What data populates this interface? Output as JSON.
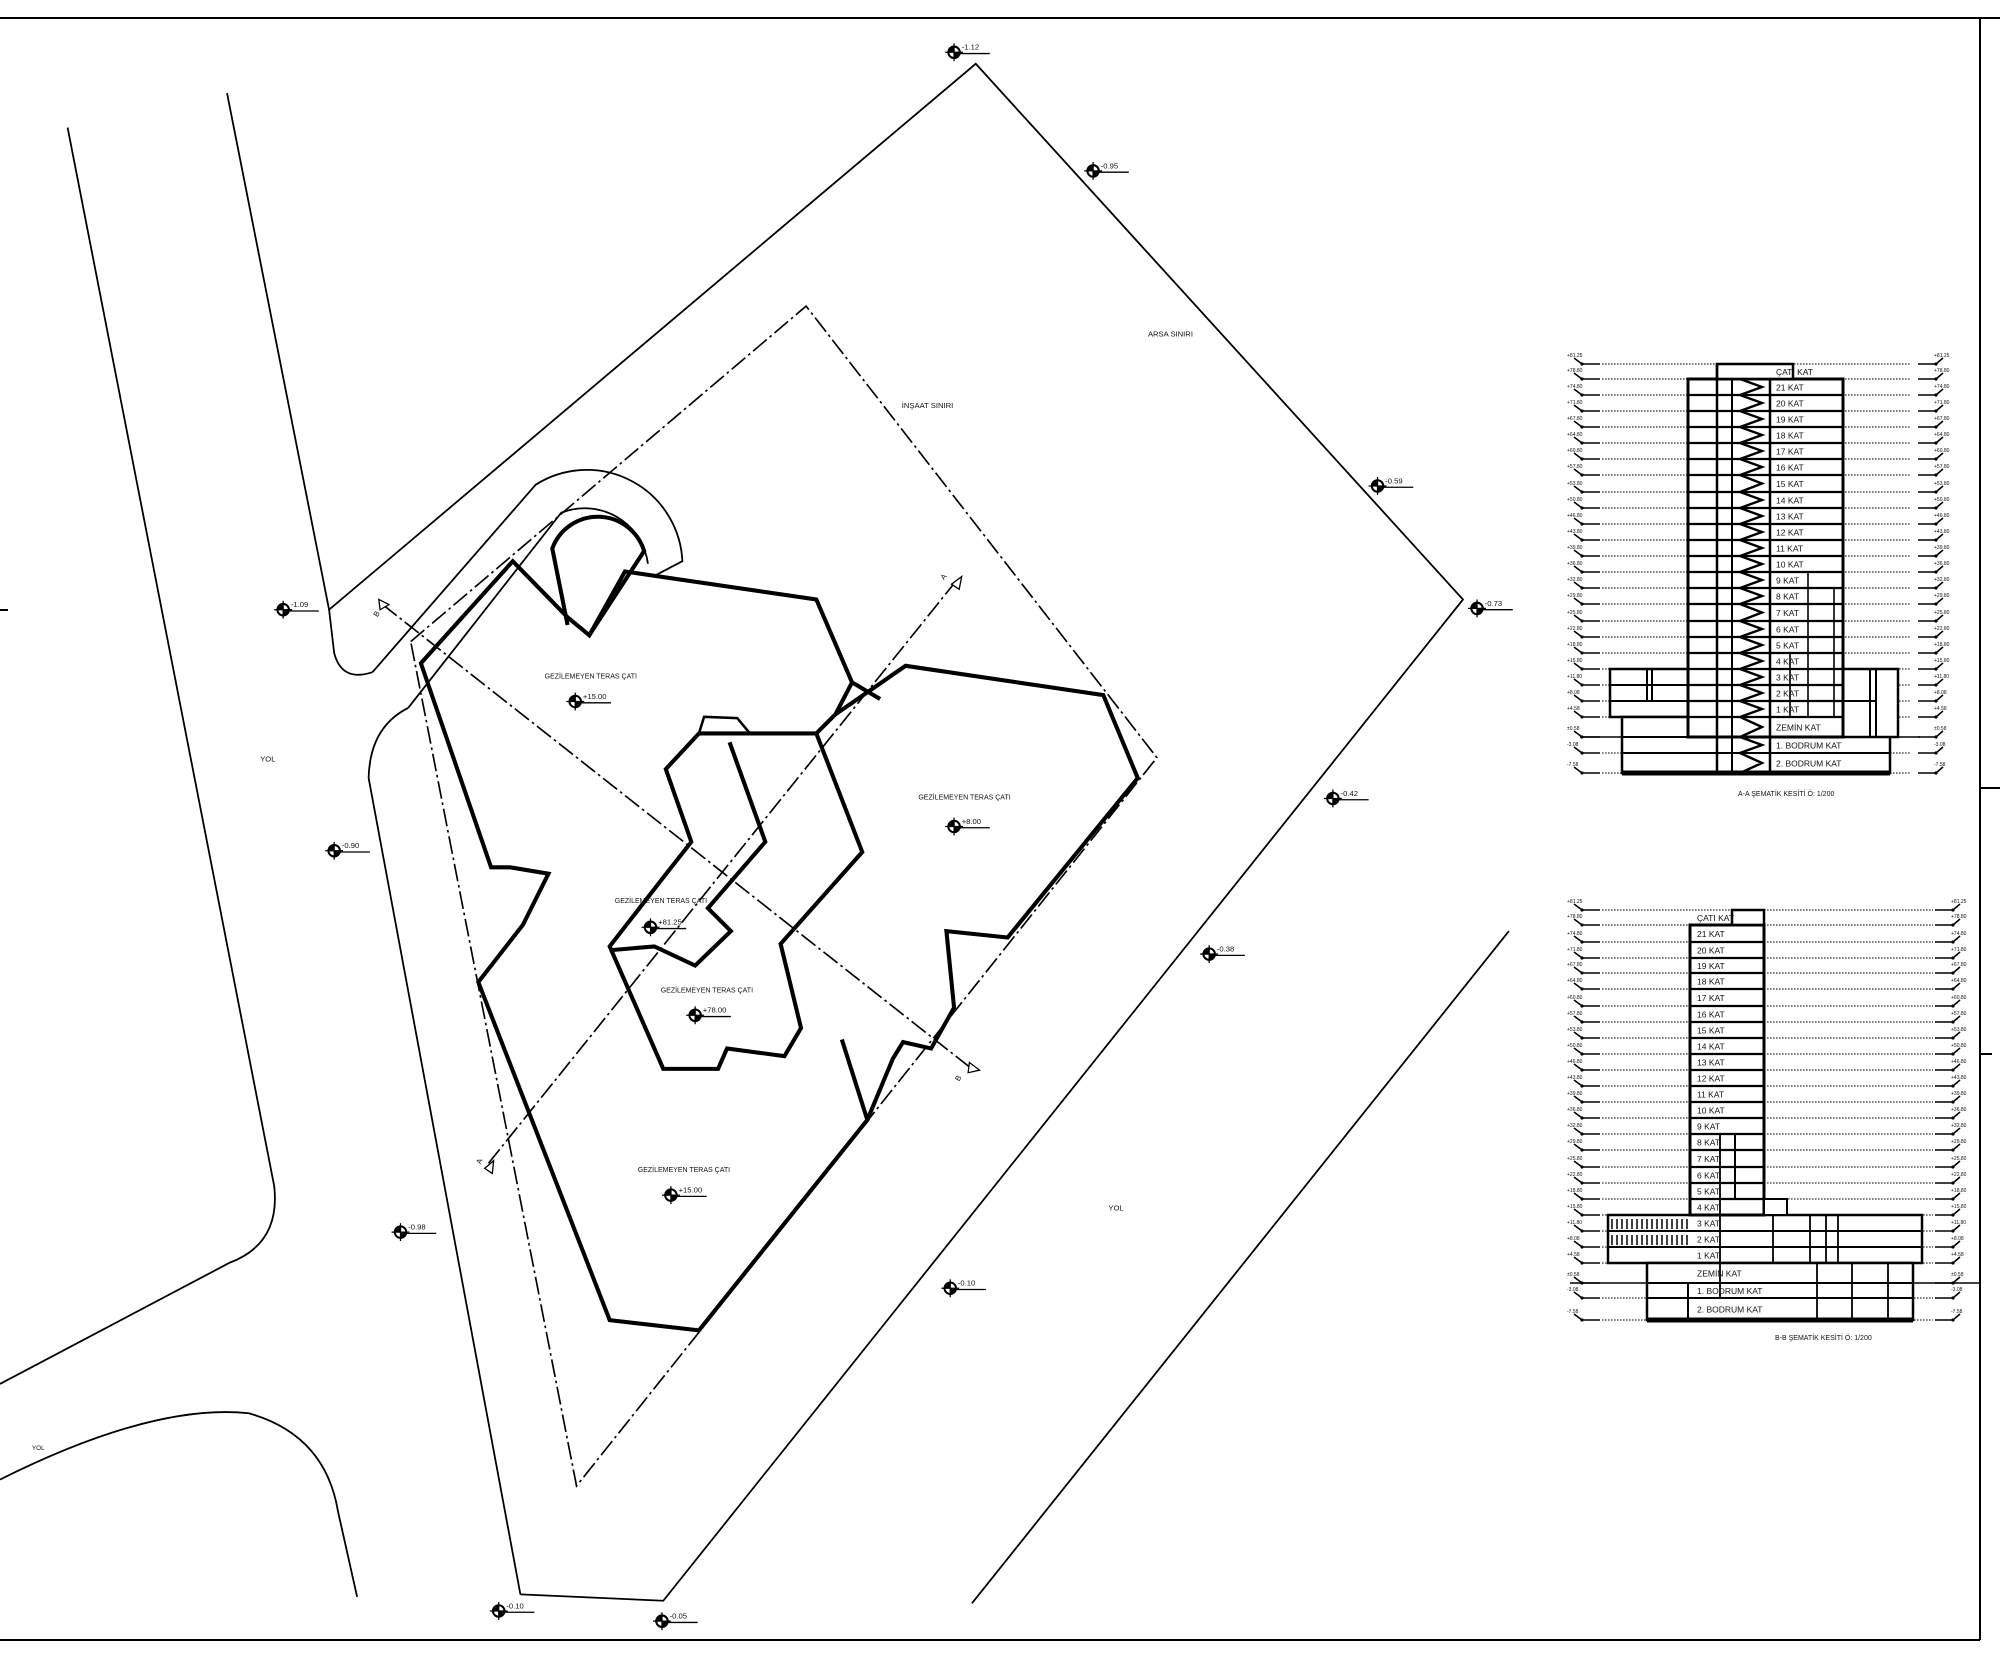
{
  "plan": {
    "site_boundary_label": "ARSA SINIRI",
    "construction_boundary_label": "İNŞAAT SINIRI",
    "roads": [
      "YOL",
      "YOL",
      "YOL"
    ],
    "roof_zones": [
      {
        "label": "GEZİLEMEYEN TERAS ÇATI",
        "elevation": "+15.00"
      },
      {
        "label": "GEZİLEMEYEN TERAS ÇATI",
        "elevation": "+8.00"
      },
      {
        "label": "GEZİLEMEYEN TERAS ÇATI",
        "elevation": "+81.25"
      },
      {
        "label": "GEZİLEMEYEN TERAS ÇATI",
        "elevation": "+78.00"
      },
      {
        "label": "GEZİLEMEYEN TERAS ÇATI",
        "elevation": "+15.00"
      }
    ],
    "spot_elevations": [
      "-1.12",
      "-0.95",
      "-0.59",
      "-0.73",
      "-1.09",
      "-0.90",
      "-0.42",
      "-0.38",
      "-0.98",
      "-0.10",
      "-0.10",
      "-0.05"
    ],
    "section_marks": {
      "a": "A",
      "b": "B"
    }
  },
  "sections": [
    {
      "caption": "A-A ŞEMATİK KESİTİ     Ö: 1/200",
      "floors": [
        "ÇATI KAT",
        "21  KAT",
        "20  KAT",
        "19  KAT",
        "18  KAT",
        "17  KAT",
        "16  KAT",
        "15  KAT",
        "14  KAT",
        "13  KAT",
        "12  KAT",
        "11  KAT",
        "10  KAT",
        "9   KAT",
        "8   KAT",
        "7   KAT",
        "6   KAT",
        "5   KAT",
        "4   KAT",
        "3   KAT",
        "2   KAT",
        "1   KAT",
        "ZEMİN  KAT",
        "1. BODRUM  KAT",
        "2. BODRUM  KAT"
      ],
      "levels": [
        "+81.25",
        "+78.80",
        "+74.80",
        "+71.80",
        "+67.80",
        "+64.80",
        "+60.80",
        "+57.80",
        "+53.80",
        "+50.80",
        "+46.80",
        "+43.80",
        "+39.80",
        "+36.80",
        "+32.80",
        "+29.80",
        "+25.80",
        "+22.80",
        "+18.80",
        "+15.80",
        "+11.80",
        "+8.08",
        "+4.58",
        "±0.58",
        "-3.08",
        "-7.58"
      ]
    },
    {
      "caption": "B-B ŞEMATİK KESİTİ     Ö: 1/200",
      "floors": [
        "ÇATI KAT",
        "21  KAT",
        "20  KAT",
        "19  KAT",
        "18  KAT",
        "17  KAT",
        "16  KAT",
        "15  KAT",
        "14  KAT",
        "13  KAT",
        "12  KAT",
        "11  KAT",
        "10  KAT",
        "9   KAT",
        "8   KAT",
        "7   KAT",
        "6   KAT",
        "5   KAT",
        "4   KAT",
        "3   KAT",
        "2   KAT",
        "1   KAT",
        "ZEMİN  KAT",
        "1. BODRUM  KAT",
        "2. BODRUM  KAT"
      ],
      "levels": [
        "+81.25",
        "+78.80",
        "+74.80",
        "+71.80",
        "+67.80",
        "+64.80",
        "+60.80",
        "+57.80",
        "+53.80",
        "+50.80",
        "+46.80",
        "+43.80",
        "+39.80",
        "+36.80",
        "+32.80",
        "+29.80",
        "+25.80",
        "+22.80",
        "+18.80",
        "+15.80",
        "+11.80",
        "+8.08",
        "+4.58",
        "±0.58",
        "-3.08",
        "-7.58"
      ]
    }
  ]
}
